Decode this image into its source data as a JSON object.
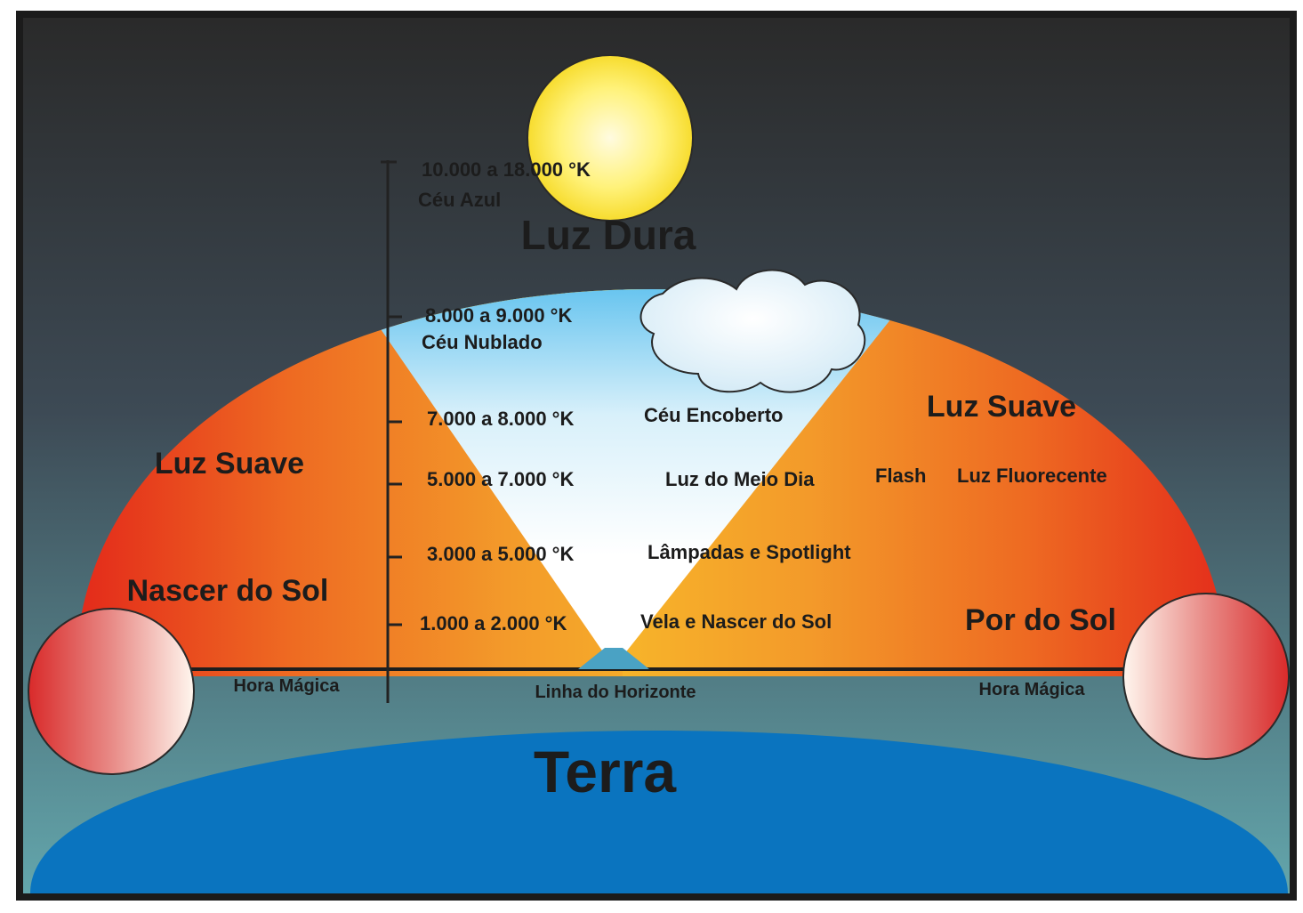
{
  "colors": {
    "background_top": "#2e2e2e",
    "background_bottom": "#5fa0a8",
    "sky_blue": "#1a9be0",
    "earth_blue": "#0a72bd",
    "soft_light_orange": "#f08a20",
    "soft_light_red": "#e8381c",
    "sun_yellow": "#fff06a"
  },
  "labels": {
    "luz_dura": "Luz Dura",
    "luz_suave_left": "Luz Suave",
    "luz_suave_right": "Luz Suave",
    "nascer_do_sol": "Nascer do Sol",
    "por_do_sol": "Por do Sol",
    "hora_magica_left": "Hora Mágica",
    "hora_magica_right": "Hora Mágica",
    "linha_do_horizonte": "Linha do Horizonte",
    "terra": "Terra"
  },
  "scale": [
    {
      "temp": "10.000 a 18.000 °K",
      "desc": "Céu Azul",
      "extra": []
    },
    {
      "temp": "8.000 a 9.000 °K",
      "desc": "Céu Nublado",
      "extra": []
    },
    {
      "temp": "7.000 a 8.000 °K",
      "desc": "Céu Encoberto",
      "extra": []
    },
    {
      "temp": "5.000 a 7.000 °K",
      "desc": "Luz do Meio Dia",
      "extra": [
        "Flash",
        "Luz Fluorecente"
      ]
    },
    {
      "temp": "3.000 a 5.000 °K",
      "desc": "Lâmpadas e Spotlight",
      "extra": []
    },
    {
      "temp": "1.000 a 2.000 °K",
      "desc": "Vela  e Nascer do Sol",
      "extra": []
    }
  ],
  "icons": [
    "sun-icon",
    "cloud-icon",
    "rising-sun-icon",
    "setting-sun-icon"
  ]
}
